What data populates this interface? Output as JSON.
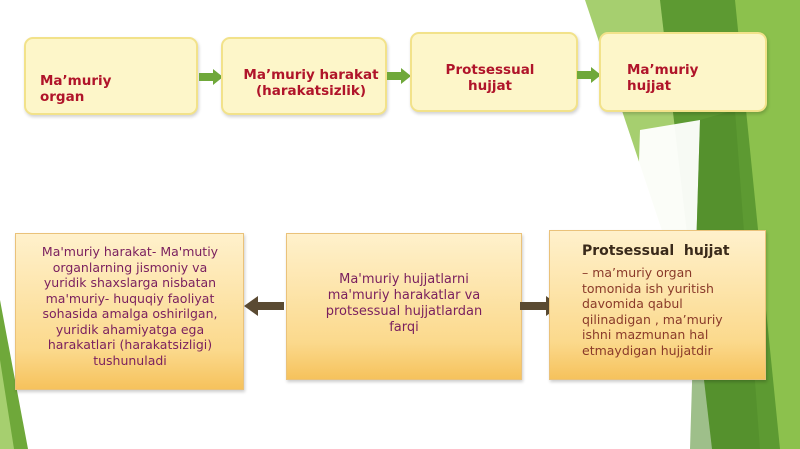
{
  "flow": {
    "box1": "Ma’muriy organ",
    "box2": "Ma’muriy harakat (harakatsizlik)",
    "box3": "Protsessual hujjat",
    "box4": "Ma’muriy hujjat"
  },
  "left_box": {
    "lines": [
      "Ma'muriy harakat- Ma'mutiy",
      "organlarning jismoniy va",
      "yuridik shaxslarga nisbatan",
      "ma'muriy- huquqiy faoliyat",
      "sohasida amalga oshirilgan,",
      "yuridik ahamiyatga ega",
      "harakatlari (harakatsizligi)",
      "tushunuladi"
    ]
  },
  "center_box": {
    "lines": [
      "Ma'muriy hujjatlarni",
      "ma'muriy harakatlar va",
      "protsessual hujjatlardan",
      "farqi"
    ]
  },
  "right_box": {
    "title": "Protsessual  hujjat",
    "lines": [
      "– ma’muriy organ",
      "tomonida ish yuritish",
      "davomida qabul",
      "qilinadigan , ma’muriy",
      "ishni mazmunan hal",
      "etmaydigan hujjatdir"
    ]
  },
  "colors": {
    "top_text": "#b0142a",
    "low_text": "#7a1f5e",
    "green": "#6fa83a",
    "dark_arrow": "#5a4a32"
  }
}
